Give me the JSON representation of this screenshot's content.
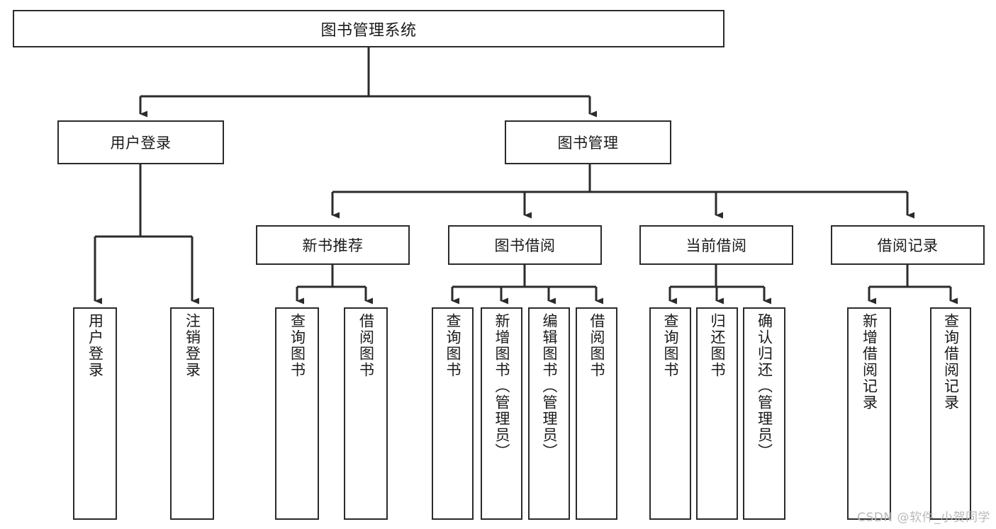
{
  "diagram": {
    "title": "图书管理系统",
    "watermark": "CSDN @软件_小贺同学",
    "line_color": "#2b2b2b",
    "box_border_color": "#2b2b2b",
    "box_fill_color": "#ffffff",
    "text_color": "#1a1a1a",
    "watermark_color": "#b9b9b9",
    "root": {
      "label": "图书管理系统"
    },
    "level2": [
      {
        "label": "用户登录"
      },
      {
        "label": "图书管理"
      }
    ],
    "level3": [
      {
        "label": "新书推荐"
      },
      {
        "label": "图书借阅"
      },
      {
        "label": "当前借阅"
      },
      {
        "label": "借阅记录"
      }
    ],
    "leaves": {
      "user_login": [
        {
          "label": "用户登录"
        },
        {
          "label": "注销登录"
        }
      ],
      "new_book_recommend": [
        {
          "label": "查询图书"
        },
        {
          "label": "借阅图书"
        }
      ],
      "book_borrow": [
        {
          "label": "查询图书"
        },
        {
          "label": "新增图书（管理员）"
        },
        {
          "label": "编辑图书（管理员）"
        },
        {
          "label": "借阅图书"
        }
      ],
      "current_borrow": [
        {
          "label": "查询图书"
        },
        {
          "label": "归还图书"
        },
        {
          "label": "确认归还（管理员）"
        }
      ],
      "borrow_record": [
        {
          "label": "新增借阅记录"
        },
        {
          "label": "查询借阅记录"
        }
      ]
    }
  }
}
